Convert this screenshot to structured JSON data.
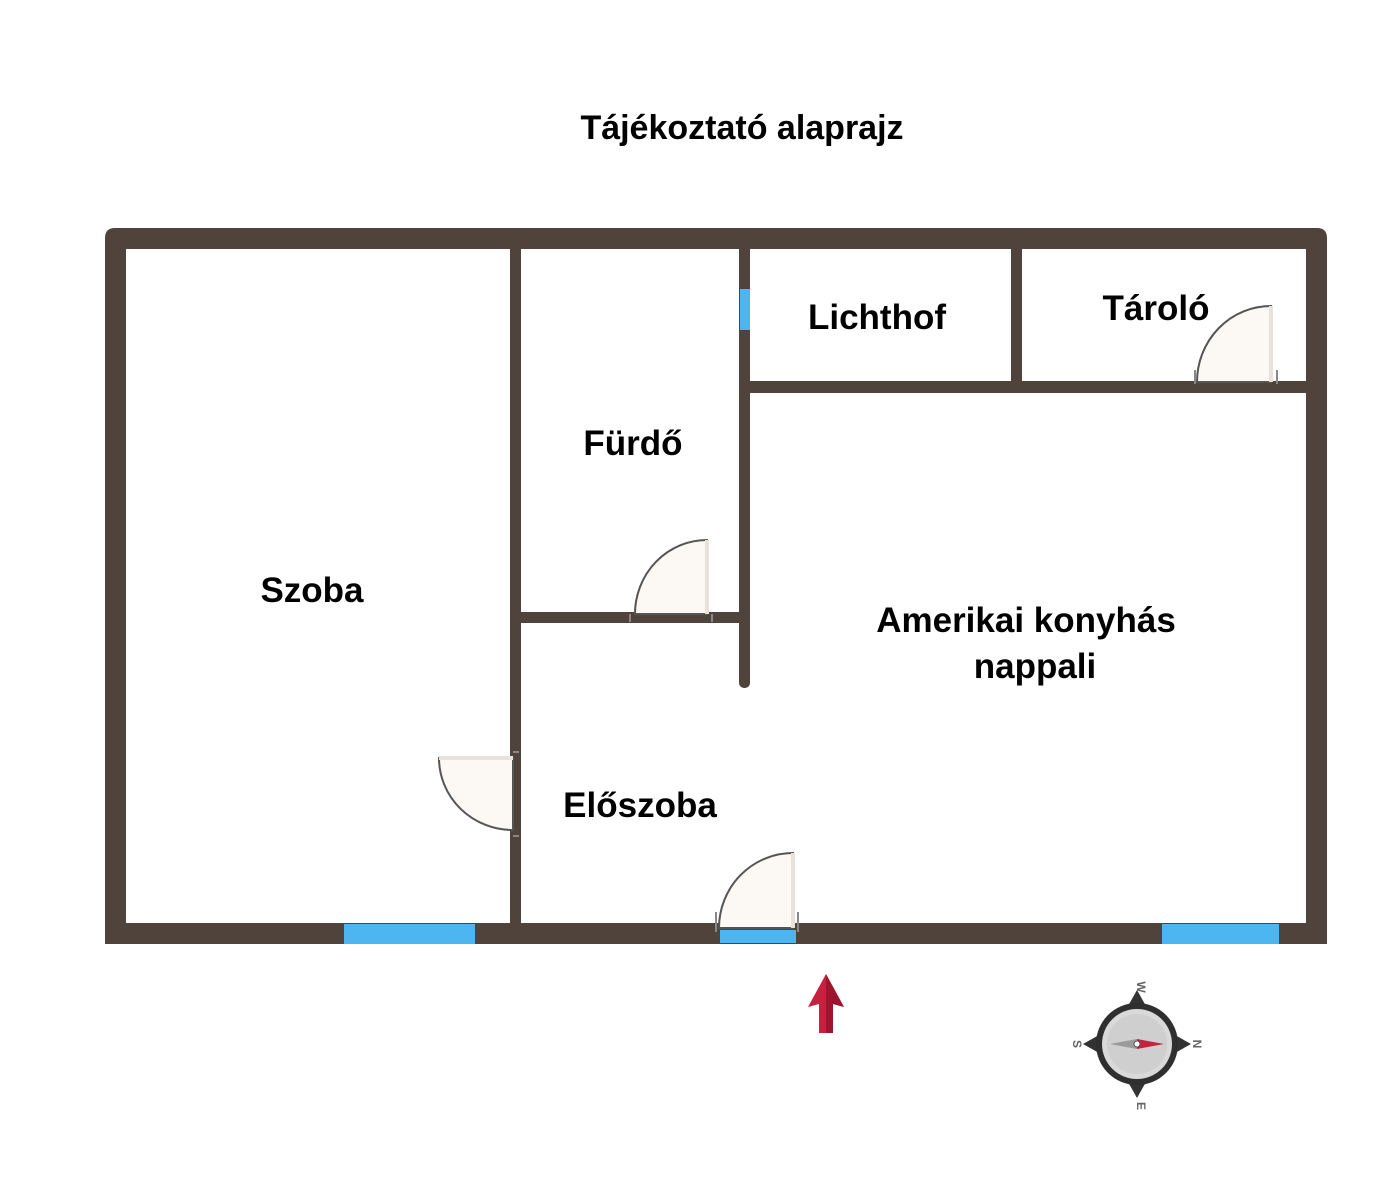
{
  "title": "Tájékoztató alaprajz",
  "rooms": {
    "szoba": "Szoba",
    "furdo": "Fürdő",
    "lichthof": "Lichthof",
    "tarolo": "Tároló",
    "nappali_line1": "Amerikai konyhás",
    "nappali_line2": "nappali",
    "eloszoba": "Előszoba"
  },
  "compass": {
    "north": "N",
    "south": "S",
    "east": "E",
    "west": "W"
  },
  "colors": {
    "wall": "#4f433c",
    "window": "#4db6f0",
    "door_fill": "#fcf8f3",
    "entrance_arrow": "#c8213f",
    "compass_needle_north": "#c8213f",
    "compass_needle_south": "#9a9a9a"
  },
  "icons": {
    "entrance": "arrow-up-icon",
    "compass": "compass-icon"
  }
}
